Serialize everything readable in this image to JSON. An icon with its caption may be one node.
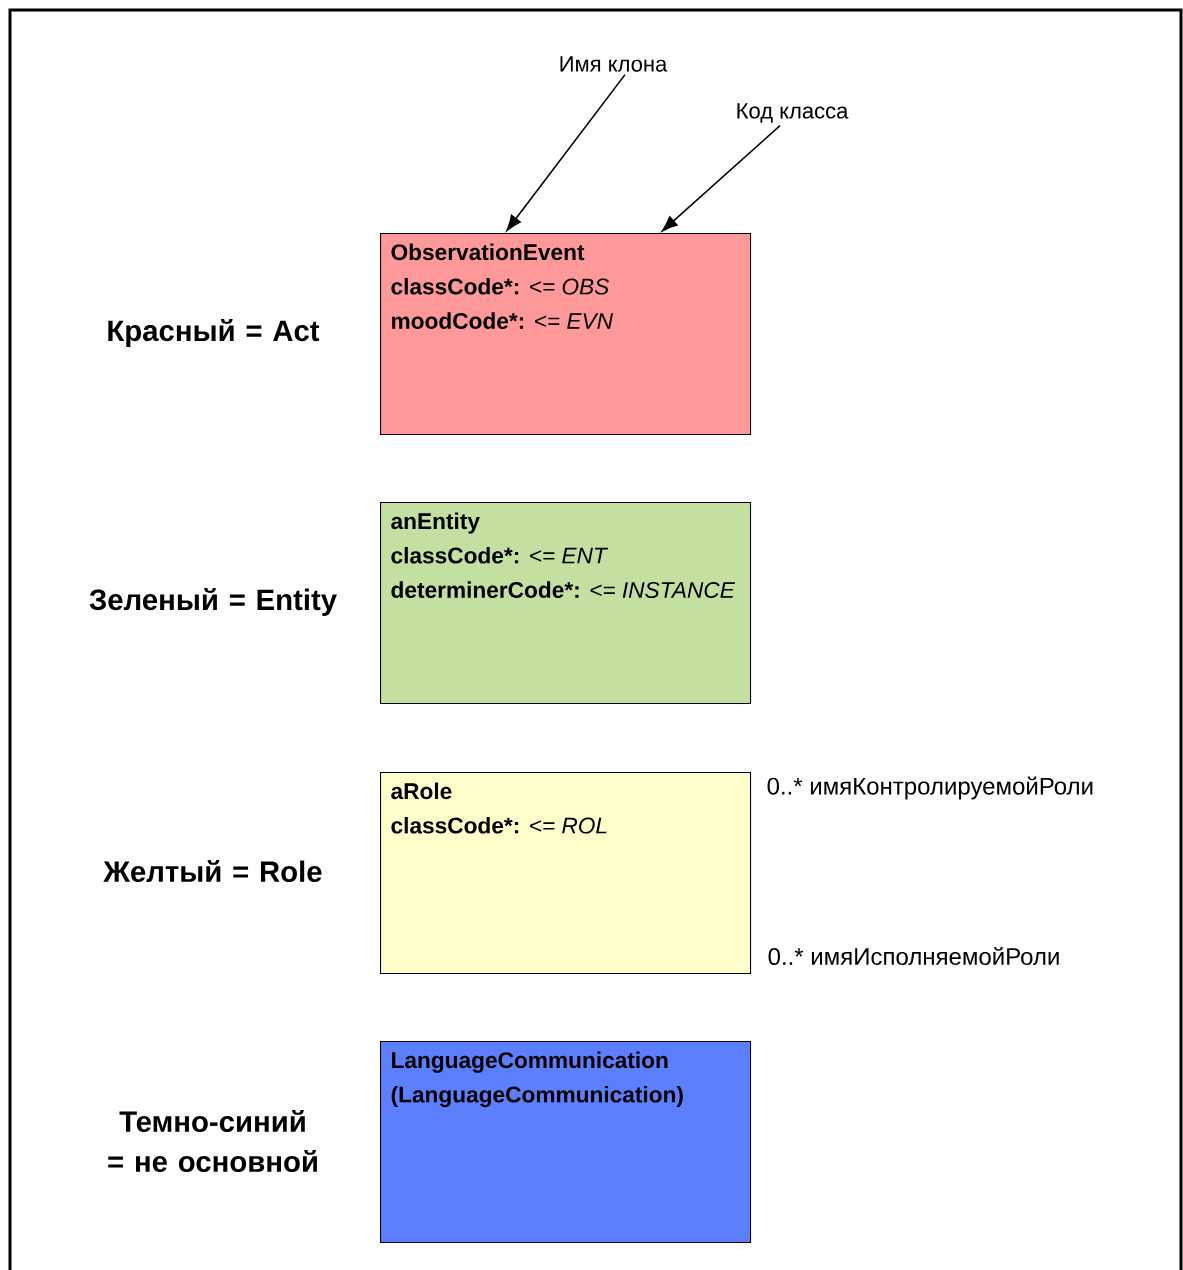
{
  "diagram": {
    "nodes": [
      {
        "text": [
          "Имя клона"
        ]
      },
      {
        "text": [
          "Код класса"
        ]
      },
      {
        "text": [
          "ObservationEvent",
          "classCode*:",
          "<= OBS",
          "moodCode*:",
          "<= EVN"
        ]
      },
      {
        "text": [
          "anEntity",
          "classCode*:",
          "<= ENT",
          "determinerCode*:",
          "<= INSTANCE"
        ]
      },
      {
        "text": [
          "aRole",
          "classCode*:",
          "<= ROL"
        ],
        "beside": [
          "0..* имяКонтролируемойРоли",
          "0..* имяИсполняемойРоли"
        ]
      },
      {
        "text": [
          "LanguageCommunication",
          "(LanguageCommunication)"
        ]
      }
    ],
    "edges": [
      {
        "from": 0,
        "to": 2,
        "arrow": "to"
      },
      {
        "from": 1,
        "to": 2,
        "arrow": "to"
      }
    ],
    "labels": [
      "Красный = Act",
      "Зеленый = Entity",
      "Желтый = Role",
      "Темно-синий = не основной"
    ]
  }
}
